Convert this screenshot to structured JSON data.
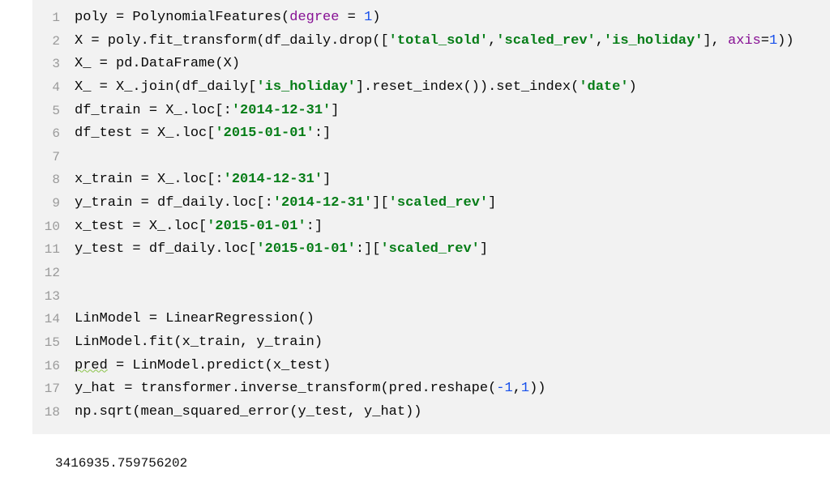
{
  "code_cell": {
    "line_numbers": [
      "1",
      "2",
      "3",
      "4",
      "5",
      "6",
      "7",
      "8",
      "9",
      "10",
      "11",
      "12",
      "13",
      "14",
      "15",
      "16",
      "17",
      "18"
    ],
    "lines": [
      [
        [
          "t",
          "poly = PolynomialFeatures("
        ],
        [
          "kw",
          "degree"
        ],
        [
          "t",
          " = "
        ],
        [
          "num",
          "1"
        ],
        [
          "t",
          ")"
        ]
      ],
      [
        [
          "t",
          "X = poly.fit_transform(df_daily.drop(["
        ],
        [
          "str",
          "'total_sold'"
        ],
        [
          "t",
          ","
        ],
        [
          "str",
          "'scaled_rev'"
        ],
        [
          "t",
          ","
        ],
        [
          "str",
          "'is_holiday'"
        ],
        [
          "t",
          "], "
        ],
        [
          "kw",
          "axis"
        ],
        [
          "t",
          "="
        ],
        [
          "num",
          "1"
        ],
        [
          "t",
          "))"
        ]
      ],
      [
        [
          "t",
          "X_ = pd.DataFrame(X)"
        ]
      ],
      [
        [
          "t",
          "X_ = X_.join(df_daily["
        ],
        [
          "str",
          "'is_holiday'"
        ],
        [
          "t",
          "].reset_index()).set_index("
        ],
        [
          "str",
          "'date'"
        ],
        [
          "t",
          ")"
        ]
      ],
      [
        [
          "t",
          "df_train = X_.loc[:"
        ],
        [
          "str",
          "'2014-12-31'"
        ],
        [
          "t",
          "]"
        ]
      ],
      [
        [
          "t",
          "df_test = X_.loc["
        ],
        [
          "str",
          "'2015-01-01'"
        ],
        [
          "t",
          ":]"
        ]
      ],
      [],
      [
        [
          "t",
          "x_train = X_.loc[:"
        ],
        [
          "str",
          "'2014-12-31'"
        ],
        [
          "t",
          "]"
        ]
      ],
      [
        [
          "t",
          "y_train = df_daily.loc[:"
        ],
        [
          "str",
          "'2014-12-31'"
        ],
        [
          "t",
          "]["
        ],
        [
          "str",
          "'scaled_rev'"
        ],
        [
          "t",
          "]"
        ]
      ],
      [
        [
          "t",
          "x_test = X_.loc["
        ],
        [
          "str",
          "'2015-01-01'"
        ],
        [
          "t",
          ":]"
        ]
      ],
      [
        [
          "t",
          "y_test = df_daily.loc["
        ],
        [
          "str",
          "'2015-01-01'"
        ],
        [
          "t",
          ":]["
        ],
        [
          "str",
          "'scaled_rev'"
        ],
        [
          "t",
          "]"
        ]
      ],
      [],
      [],
      [
        [
          "t",
          "LinModel = LinearRegression()"
        ]
      ],
      [
        [
          "t",
          "LinModel.fit(x_train, y_train)"
        ]
      ],
      [
        [
          "warn",
          "pred"
        ],
        [
          "t",
          " = LinModel.predict(x_test)"
        ]
      ],
      [
        [
          "t",
          "y_hat = transformer.inverse_transform(pred.reshape("
        ],
        [
          "num",
          "-1"
        ],
        [
          "t",
          ","
        ],
        [
          "num",
          "1"
        ],
        [
          "t",
          "))"
        ]
      ],
      [
        [
          "t",
          "np.sqrt(mean_squared_error(y_test, y_hat))"
        ]
      ]
    ]
  },
  "output": {
    "value": "3416935.759756202"
  }
}
